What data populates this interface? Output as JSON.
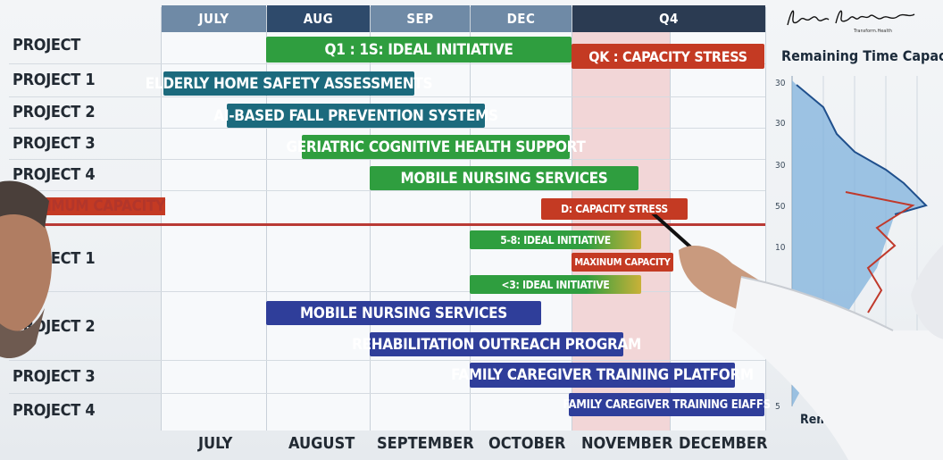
{
  "header": {
    "months": [
      "JULY",
      "AUG",
      "SEP",
      "DEC",
      "Q4"
    ],
    "colors": [
      "#6f8aa6",
      "#2e4a6b",
      "#6f8aa6",
      "#6f8aa6",
      "#2b3b52"
    ]
  },
  "rows_top": [
    "PROJECT",
    "PROJECT 1",
    "PROJECT 2",
    "PROJECT 3",
    "PROJECT 4"
  ],
  "max_capacity_label": "MAXIMUM CAPACITY",
  "rows_bottom": [
    "PROJECT 1",
    "PROJECT 2",
    "PROJECT 3",
    "PROJECT 4"
  ],
  "bars": {
    "q1_ideal": "Q1 : 1S: IDEAL INITIATIVE",
    "qk_capacity": "QK : CAPACITY STRESS",
    "elderly": "ELDERLY HOME SAFETY ASSESSMENTS",
    "ai_fall": "AI-BASED FALL PREVENTION SYSTEMS",
    "geriatric": "GERIATRIC COGNITIVE HEALTH SUPPORT",
    "mobile_top": "MOBILE NURSING SERVICES",
    "capacity_stress": "D: CAPACITY STRESS",
    "ideal_1": "5-8: IDEAL INITIATIVE",
    "maximum_capacity": "MAXINUM CAPACITY",
    "ideal_2": "<3: IDEAL INITIATIVE",
    "mobile_bottom": "MOBILE NURSING SERVICES",
    "rehab": "REHABILITATION OUTREACH PROGRAM",
    "family_platform": "FAMILY CAREGIVER TRAINING PLATFORM",
    "family_eiaffs": "FAMILY CAREGIVER TRAINING EIAFFS"
  },
  "bottom_months": [
    "JULY",
    "AUGUST",
    "SEPTEMBER",
    "OCTOBER",
    "NOVEMBER",
    "DECEMBER"
  ],
  "side_panel": {
    "title": "Remaining Time Capacity",
    "subtitle": "Remaining Time Expeci",
    "ticks": [
      "30",
      "30",
      "30",
      "50",
      "10",
      "5"
    ]
  },
  "signature": {
    "name": "Lucien Engelen",
    "tagline": "Transform.Health"
  }
}
